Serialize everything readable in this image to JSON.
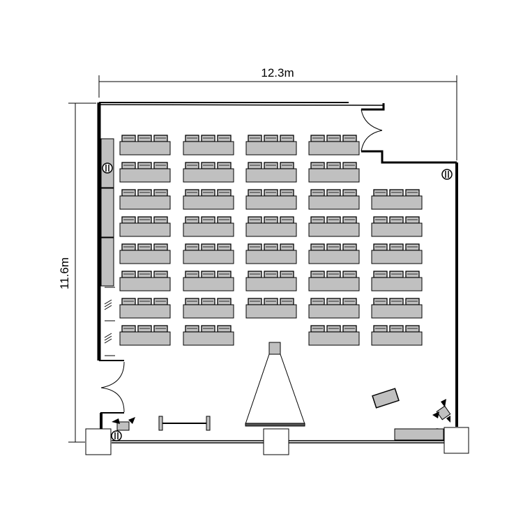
{
  "dimensions": {
    "width_label": "12.3m",
    "height_label": "11.6m"
  },
  "layout": {
    "desk_columns": 5,
    "desk_rows": 8,
    "seats_per_desk": 3,
    "desk_presence": [
      [
        1,
        1,
        1,
        1,
        0
      ],
      [
        1,
        1,
        1,
        1,
        0
      ],
      [
        1,
        1,
        1,
        1,
        1
      ],
      [
        1,
        1,
        1,
        1,
        1
      ],
      [
        1,
        1,
        1,
        1,
        1
      ],
      [
        1,
        1,
        1,
        1,
        1
      ],
      [
        1,
        1,
        1,
        1,
        1
      ],
      [
        1,
        1,
        0,
        1,
        1
      ]
    ]
  },
  "colors": {
    "furniture": "#c0c0c0",
    "wall": "#000000"
  }
}
